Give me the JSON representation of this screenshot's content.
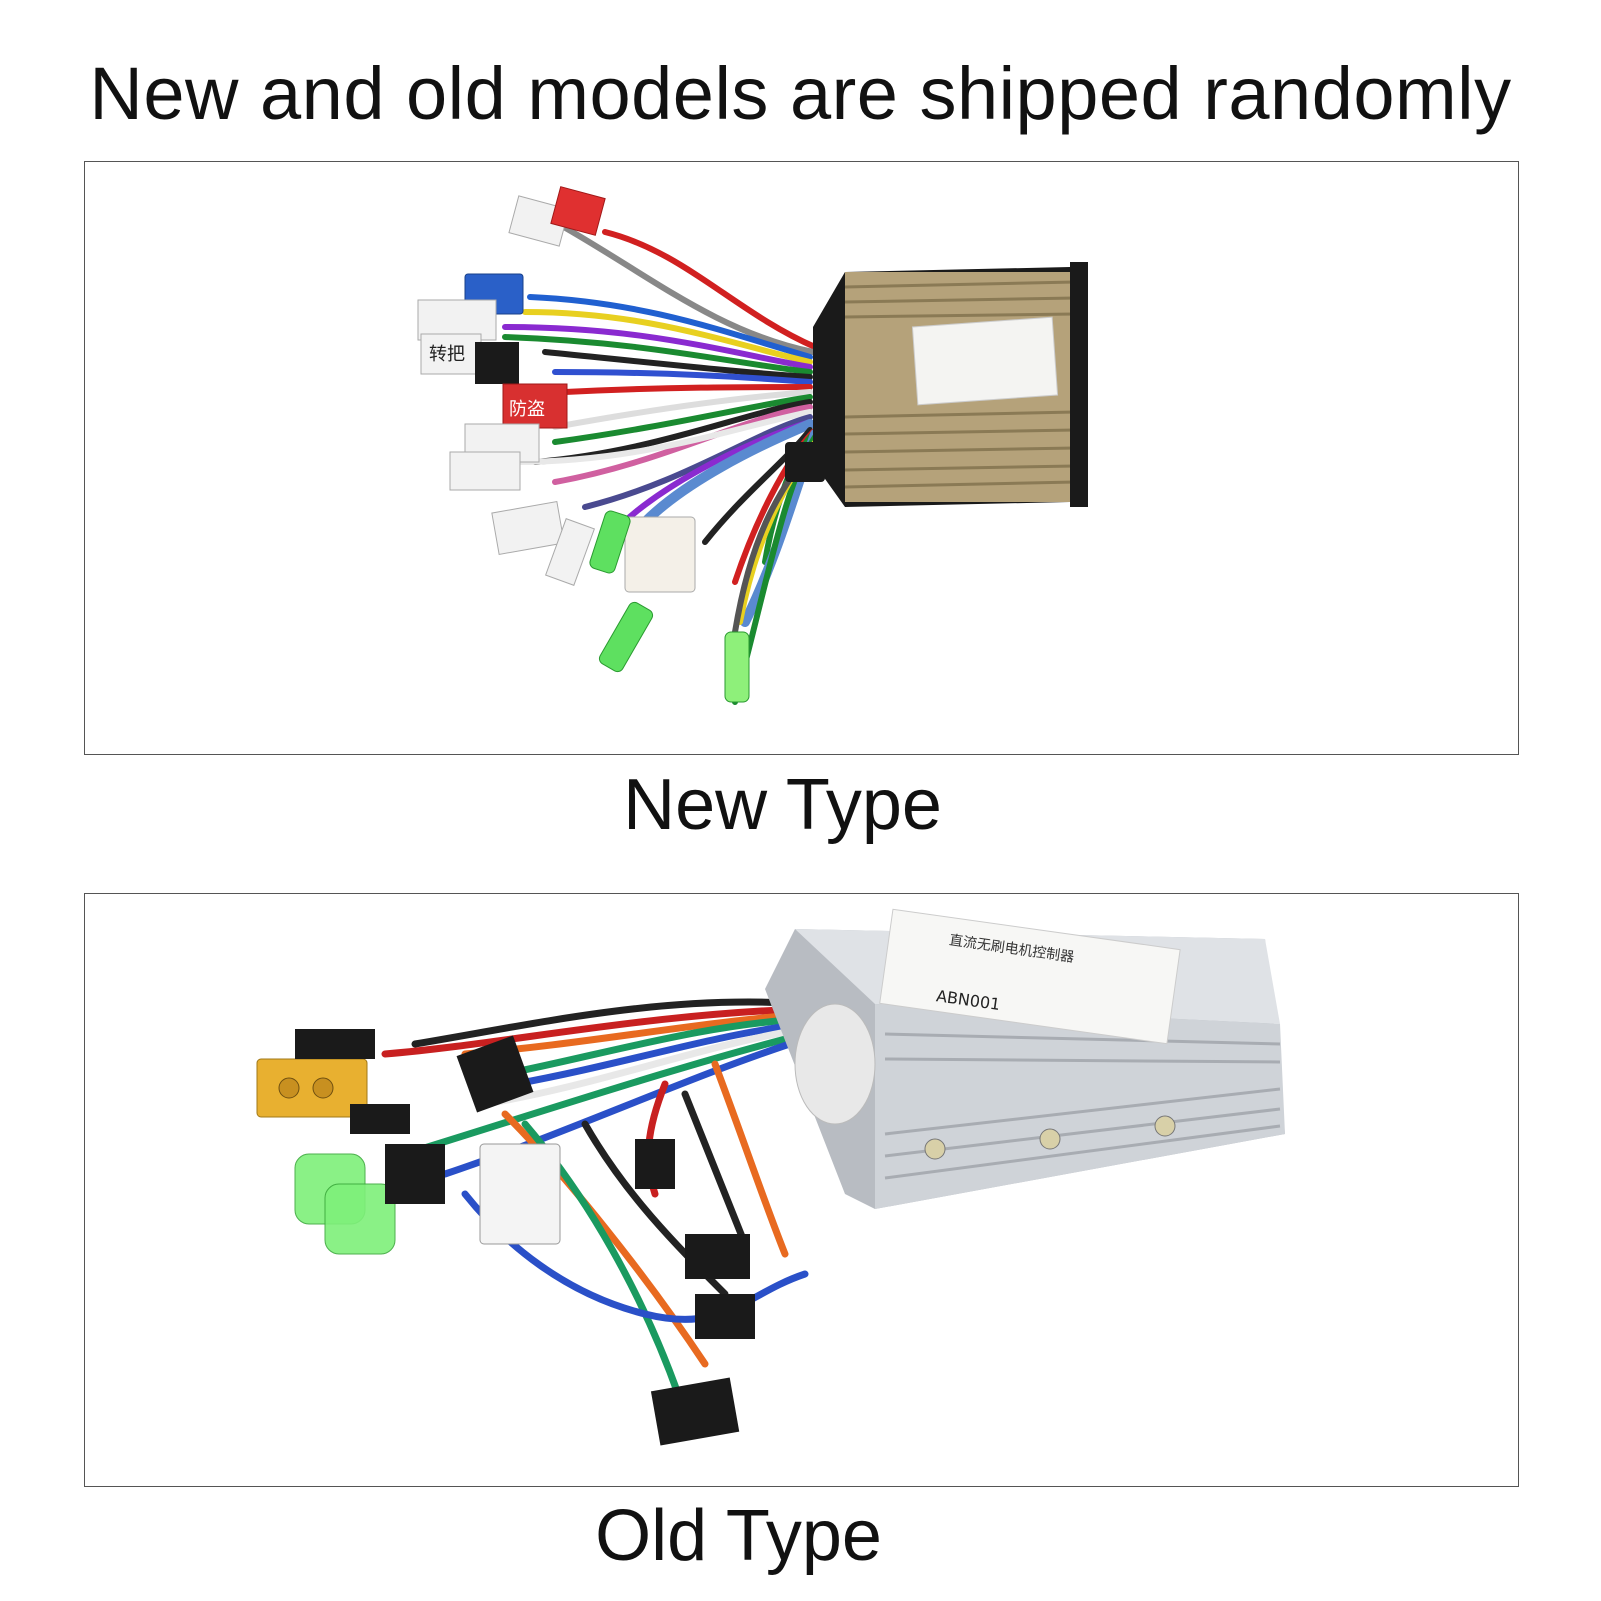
{
  "headline": "New and old models are shipped randomly",
  "new_type": {
    "caption": "New Type",
    "connector_labels": [
      "转把",
      "防盗"
    ],
    "colors": {
      "housing": "#b5a27a",
      "end_cap": "#1a1a1a"
    }
  },
  "old_type": {
    "caption": "Old Type",
    "label_title": "直流无刷电机控制器",
    "model_code": "ABN001",
    "colors": {
      "housing": "#cfd3d8",
      "connector": "#e8b030",
      "cap": "#7ef07a"
    }
  }
}
